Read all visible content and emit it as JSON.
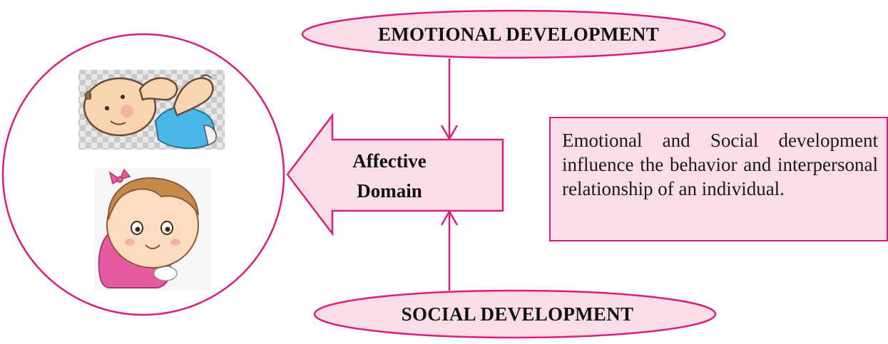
{
  "diagram": {
    "top_node": {
      "label": "EMOTIONAL DEVELOPMENT"
    },
    "bottom_node": {
      "label": "SOCIAL  DEVELOPMENT"
    },
    "center_node": {
      "line1": "Affective",
      "line2": "Domain"
    },
    "note": {
      "text": "Emotional and Social development influence the behavior and interpersonal relationship of an individual."
    },
    "illustrations": [
      "baby-lying-picture",
      "crawling-baby-picture"
    ]
  },
  "colors": {
    "accent": "#d91e7e",
    "fill": "#fbdde7",
    "text": "#111111"
  }
}
